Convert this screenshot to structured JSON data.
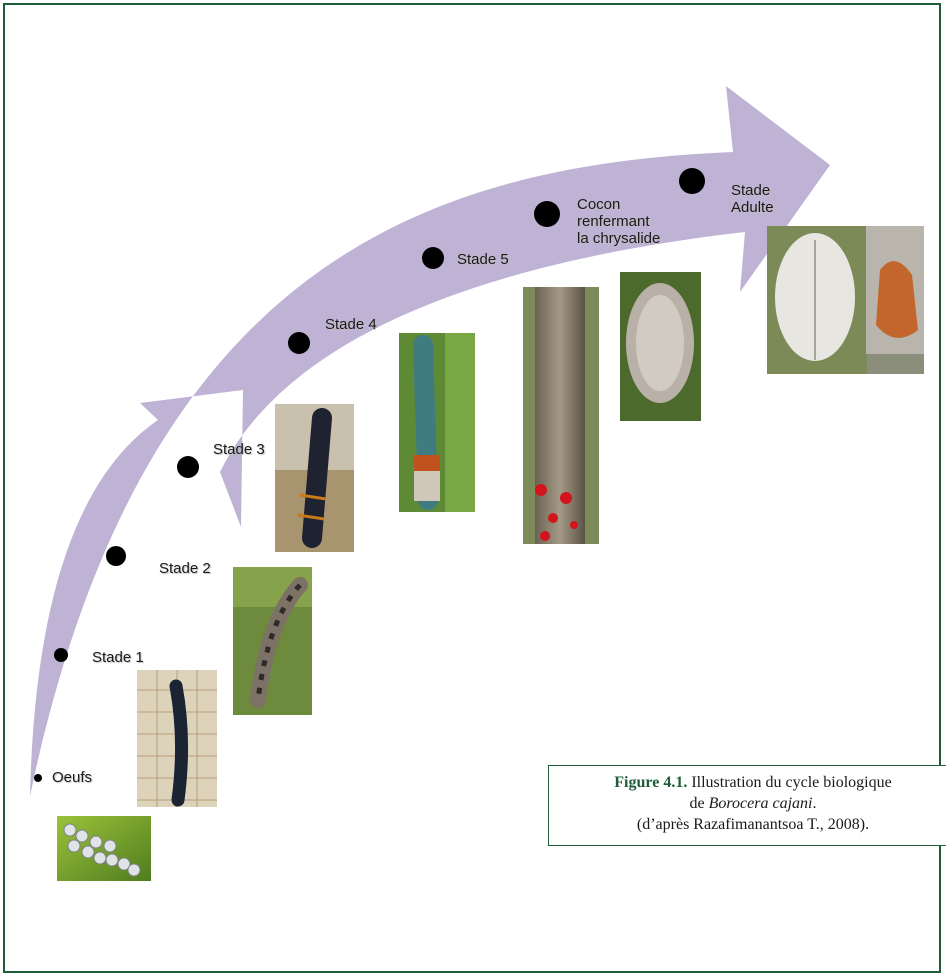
{
  "stages": [
    {
      "id": "oeufs",
      "label": "Oeufs"
    },
    {
      "id": "stade1",
      "label": "Stade 1"
    },
    {
      "id": "stade2",
      "label": "Stade 2"
    },
    {
      "id": "stade3",
      "label": "Stade 3"
    },
    {
      "id": "stade4",
      "label": "Stade 4"
    },
    {
      "id": "stade5",
      "label": "Stade 5"
    },
    {
      "id": "cocon",
      "label": "Cocon\nrenfermant\nla chrysalide"
    },
    {
      "id": "adulte",
      "label": "Stade\nAdulte"
    }
  ],
  "caption": {
    "figure_label": "Figure 4.1.",
    "line1_text": "Illustration du cycle biologique",
    "line2_prefix": "de ",
    "line2_species": "Borocera cajani",
    "line2_suffix": ".",
    "line3": "(d’après Razafimanantsoa T., 2008)."
  },
  "colors": {
    "frame": "#1e5c3a",
    "arrow": "#bfb3d5",
    "dot": "#000000"
  }
}
